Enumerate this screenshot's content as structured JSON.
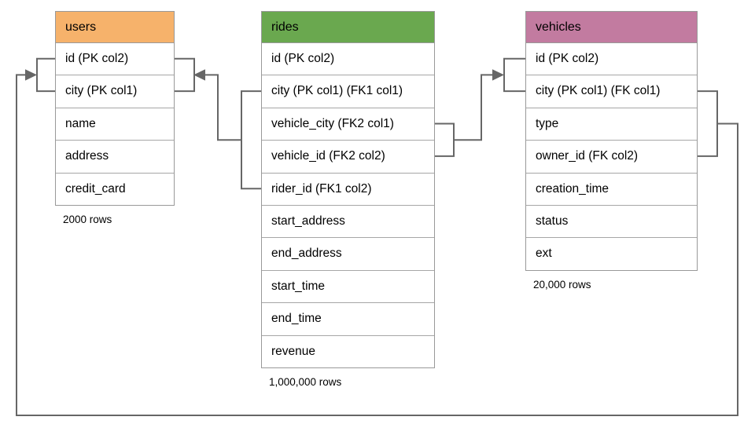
{
  "diagram": {
    "tables": [
      {
        "name": "users",
        "header_color": "#F6B26B",
        "columns": [
          "id (PK col2)",
          "city (PK col1)",
          "name",
          "address",
          "credit_card"
        ],
        "row_count": "2000 rows"
      },
      {
        "name": "rides",
        "header_color": "#6AA84F",
        "columns": [
          "id (PK col2)",
          "city (PK col1) (FK1 col1)",
          "vehicle_city (FK2 col1)",
          "vehicle_id (FK2 col2)",
          "rider_id (FK1 col2)",
          "start_address",
          "end_address",
          "start_time",
          "end_time",
          "revenue"
        ],
        "row_count": "1,000,000 rows"
      },
      {
        "name": "vehicles",
        "header_color": "#C27BA0",
        "columns": [
          "id (PK col2)",
          "city (PK col1) (FK col1)",
          "type",
          "owner_id (FK col2)",
          "creation_time",
          "status",
          "ext"
        ],
        "row_count": "20,000 rows"
      }
    ],
    "relationships": [
      {
        "label": "FK1",
        "from": "rides (city, rider_id)",
        "to": "users (id, city)"
      },
      {
        "label": "FK2",
        "from": "rides (vehicle_city, vehicle_id)",
        "to": "vehicles (id, city)"
      },
      {
        "label": "FK",
        "from": "vehicles (city, owner_id)",
        "to": "users (id, city)"
      }
    ],
    "colors": {
      "table_border": "#999999",
      "row_divider": "#a6a6a6",
      "connector": "#666666"
    }
  }
}
